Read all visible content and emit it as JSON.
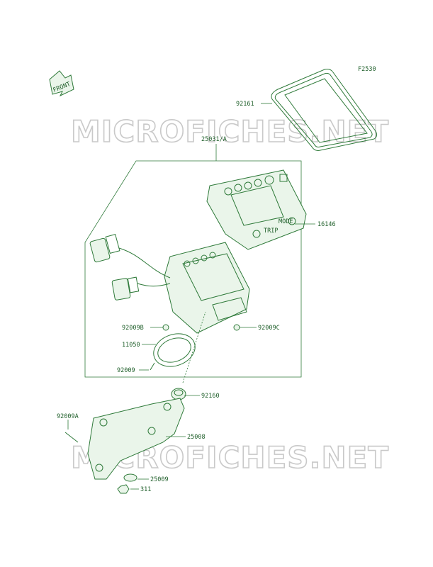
{
  "figure_code": "F2530",
  "watermark": "MICROFICHES.NET",
  "front_label": "FRONT",
  "parts": [
    {
      "id": "p92161",
      "number": "92161"
    },
    {
      "id": "p25031",
      "number": "25031/A"
    },
    {
      "id": "p16146",
      "number": "16146"
    },
    {
      "id": "p92009B",
      "number": "92009B"
    },
    {
      "id": "p92009C",
      "number": "92009C"
    },
    {
      "id": "p11050",
      "number": "11050"
    },
    {
      "id": "p92009",
      "number": "92009"
    },
    {
      "id": "p92160",
      "number": "92160"
    },
    {
      "id": "p92009A",
      "number": "92009A"
    },
    {
      "id": "p25008",
      "number": "25008"
    },
    {
      "id": "p25009",
      "number": "25009"
    },
    {
      "id": "p311",
      "number": "311"
    }
  ],
  "meter_buttons": {
    "left": "TRIP",
    "right": "MODE"
  },
  "colors": {
    "line": "#2f7a3a",
    "text": "#1f5f2a",
    "watermark": "#c9c9c9"
  }
}
